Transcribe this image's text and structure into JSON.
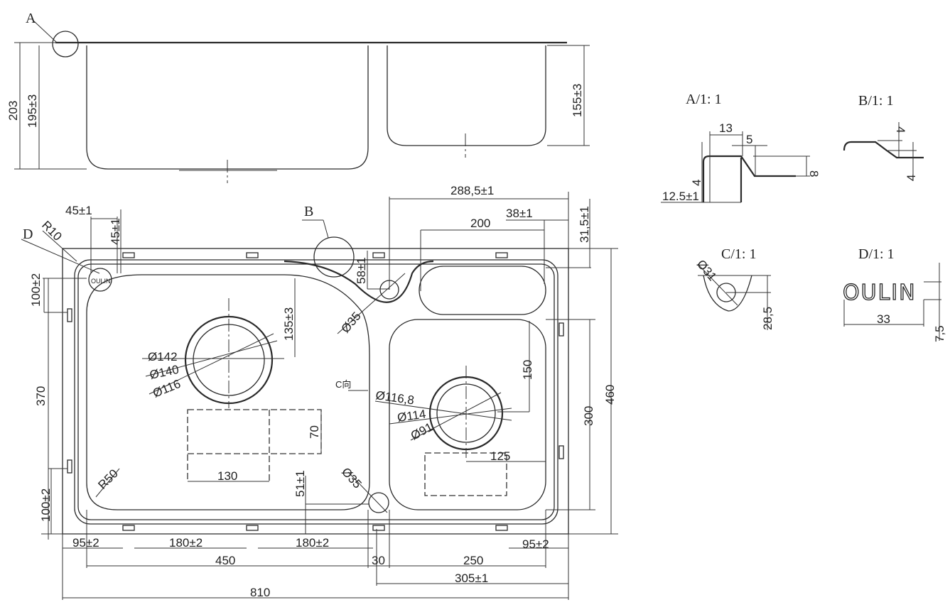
{
  "top_view": {
    "callout_a": "A",
    "total_height": "203",
    "left_depth": "195±3",
    "right_depth": "155±3"
  },
  "plan_view": {
    "callout_b": "B",
    "callout_d": "D",
    "corner_x": "45±1",
    "corner_y": "45±1",
    "corner_radius": "R10",
    "clip_top_left": "100±2",
    "clip_span_left": "370",
    "clip_bottom_left": "100±2",
    "board_width": "288,5±1",
    "board_offset": "38±1",
    "board_length": "200",
    "board_edge": "31,5±1",
    "overflow_offset": "58±1",
    "overflow_dia_top": "Ø35",
    "left_drain_offset": "135±3",
    "left_dia_1": "Ø142",
    "left_dia_2": "Ø140",
    "left_dia_3": "Ø116",
    "view_c": "C向",
    "right_dia_1": "Ø116,8",
    "right_dia_2": "Ø114",
    "right_dia_3": "Ø91",
    "right_drain_offset": "150",
    "right_bowl_height": "300",
    "overall_depth": "460",
    "left_rect_h": "70",
    "left_rect_w": "130",
    "right_drain_x": "125",
    "bowl_radius": "R50",
    "overflow_bottom_offset": "51±1",
    "overflow_dia_bottom": "Ø35",
    "clip_left": "95±2",
    "clip_mid_1": "180±2",
    "clip_mid_2": "180±2",
    "clip_right": "95±2",
    "left_bowl_width": "450",
    "divider_width": "30",
    "right_bowl_width": "250",
    "right_section": "305±1",
    "overall_width": "810"
  },
  "details": {
    "a": {
      "title": "A/1: 1",
      "w13": "13",
      "w5": "5",
      "h8": "8",
      "h4": "4",
      "h12": "12.5±1"
    },
    "b": {
      "title": "B/1: 1",
      "h4a": "4",
      "h4b": "4"
    },
    "c": {
      "title": "C/1: 1",
      "dia": "Ø31",
      "h": "28,5"
    },
    "d": {
      "title": "D/1: 1",
      "logo": "OULIN",
      "w": "33",
      "h": "7,5"
    }
  }
}
